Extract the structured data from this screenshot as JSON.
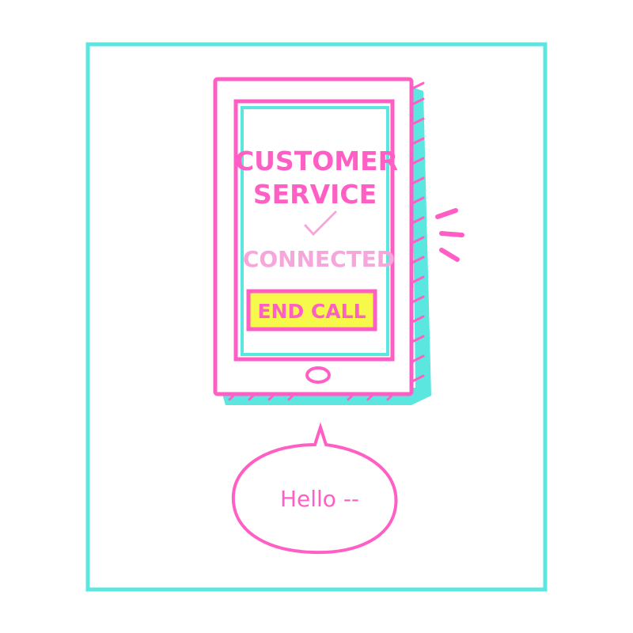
{
  "screen": {
    "title_line1": "CUSTOMER",
    "title_line2": "SERVICE",
    "status": "CONNECTED",
    "end_call_label": "END CALL"
  },
  "speech_bubble": {
    "text": "Hello --"
  },
  "icons": {
    "status": "checkmark-icon",
    "home": "home-button-icon",
    "ringing": "vibration-lines-icon"
  },
  "colors": {
    "frame": "#5ce6e0",
    "pink": "#ff5fc4",
    "light_pink": "#f7a6dc",
    "yellow": "#f6f84a",
    "shadow": "#5ce6e0"
  }
}
